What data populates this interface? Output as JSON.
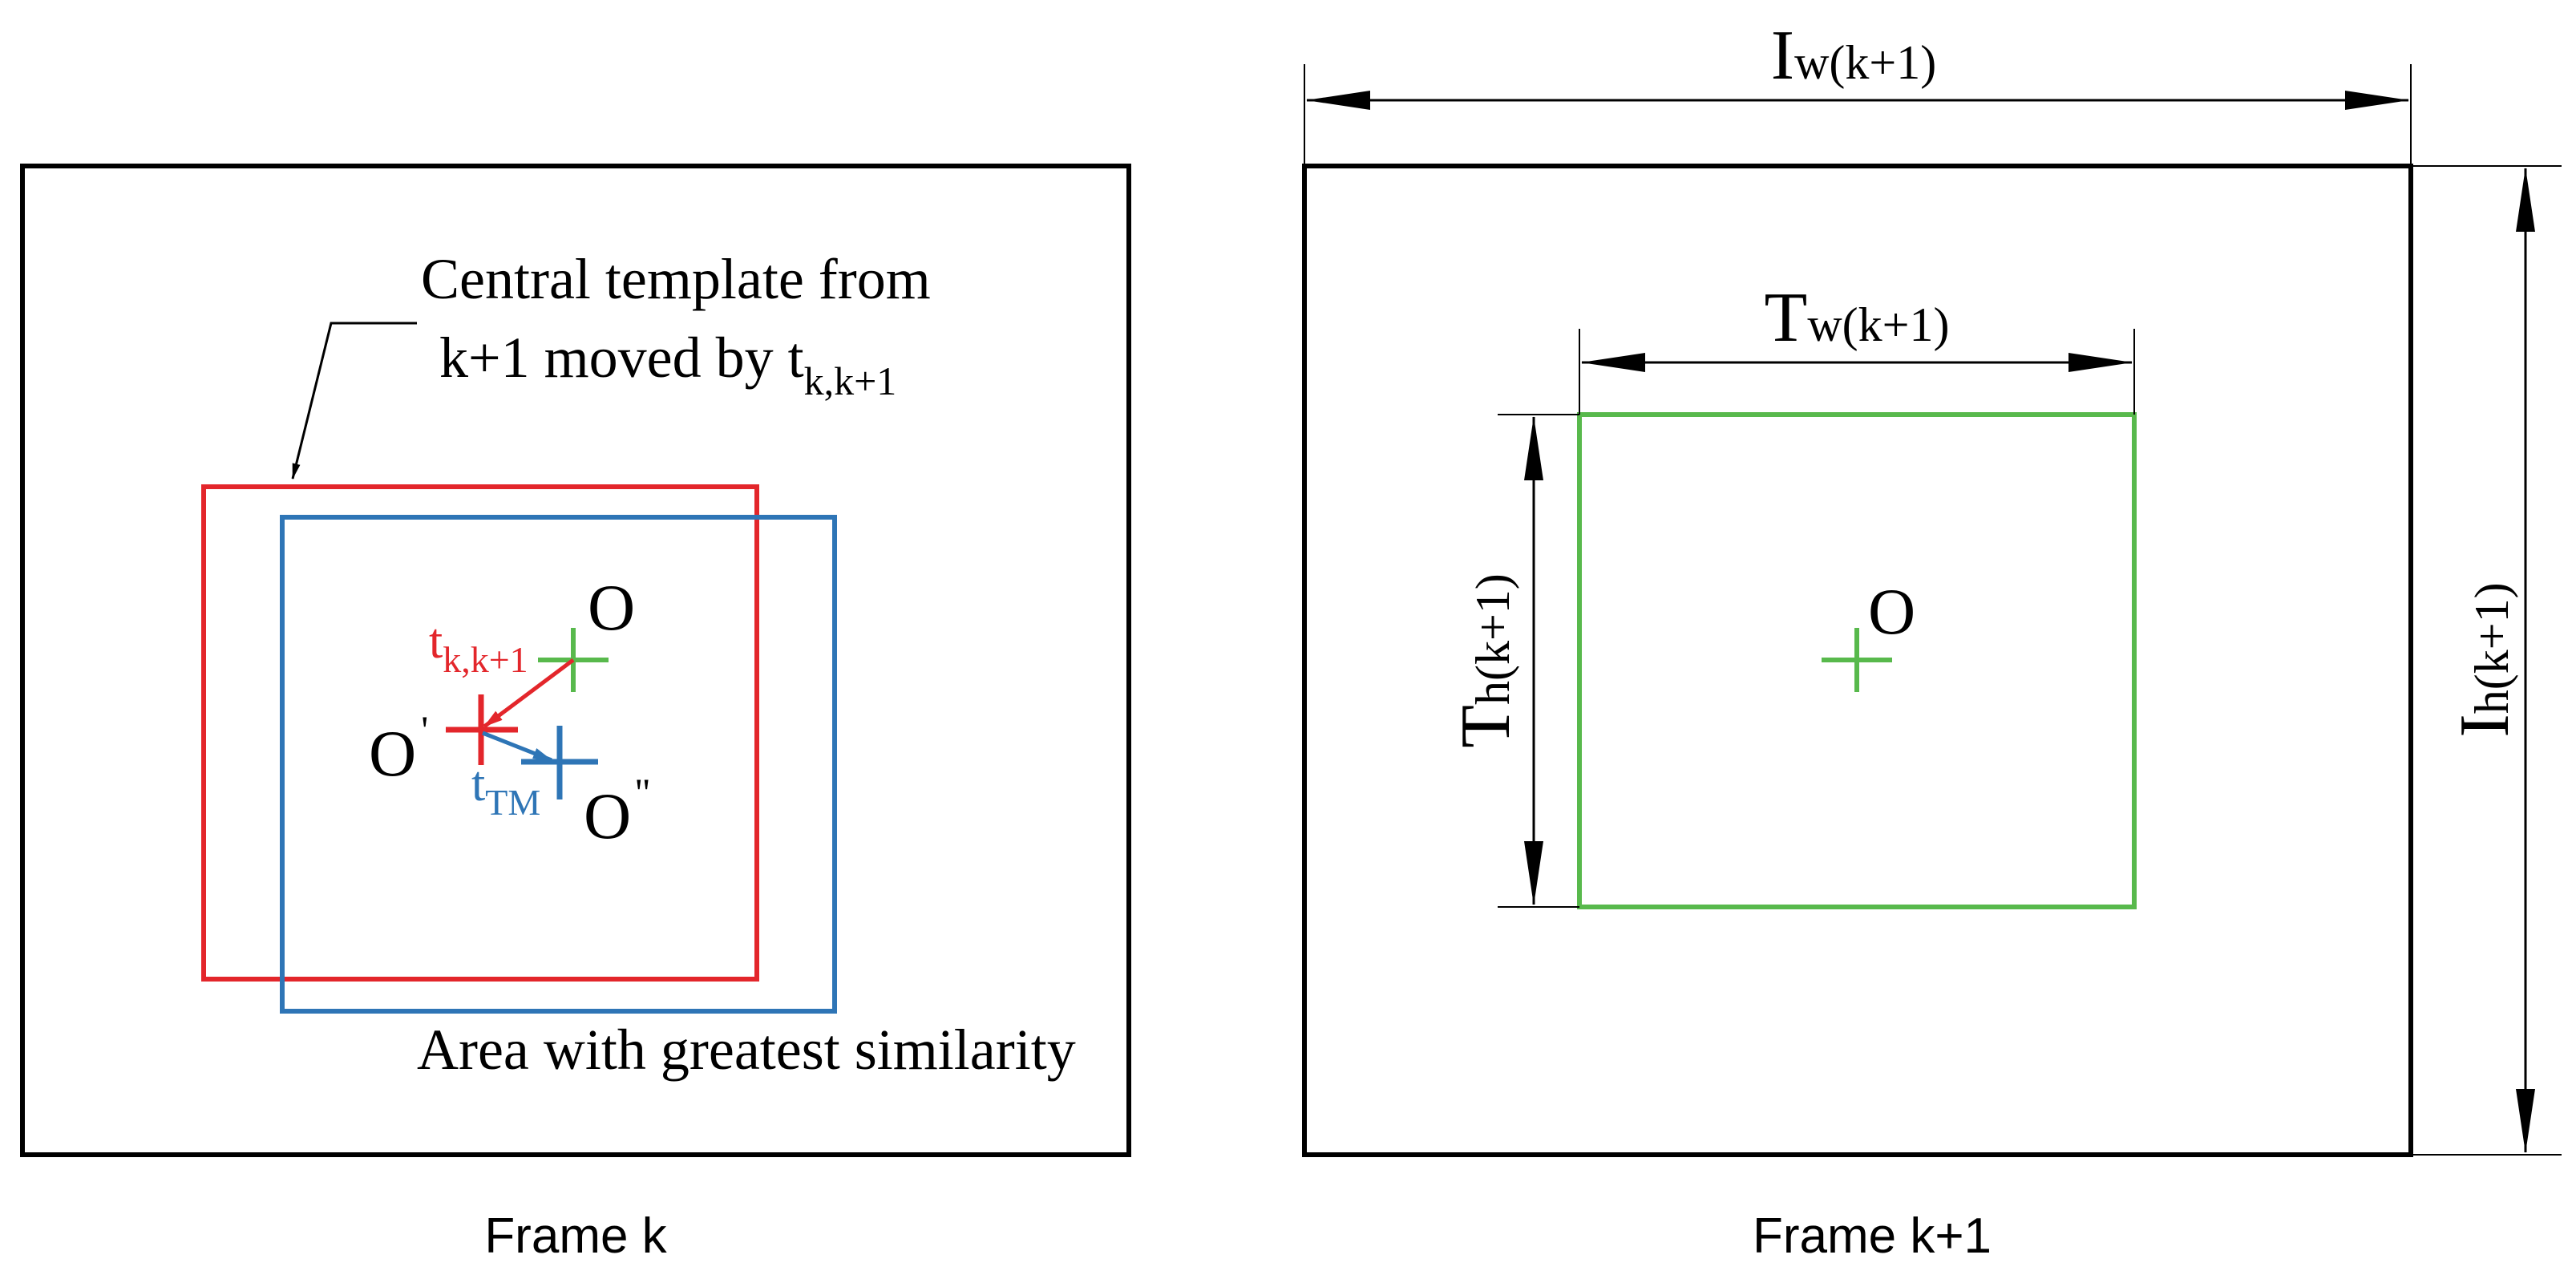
{
  "colors": {
    "red": "#e3262b",
    "blue": "#2e75b6",
    "green": "#58b94c",
    "black": "#000000"
  },
  "frame_k": {
    "caption": "Frame k",
    "annotation_top_line1": "Central template from",
    "annotation_top_line2_main": "k+1 moved by t",
    "annotation_top_line2_sub": "k,k+1",
    "annotation_bottom": "Area with greatest similarity",
    "point_o": "O",
    "point_o_prime": "O",
    "point_o_prime_mark": "'",
    "point_o_double": "O",
    "point_o_double_mark": "\"",
    "vector_red_main": "t",
    "vector_red_sub": "k,k+1",
    "vector_blue_main": "t",
    "vector_blue_sub": "TM"
  },
  "frame_k1": {
    "caption": "Frame k+1",
    "image_width_main": "I",
    "image_width_sub": "w(k+1)",
    "image_height_main": "I",
    "image_height_sub": "h(k+1)",
    "template_width_main": "T",
    "template_width_sub": "w(k+1)",
    "template_height_main": "T",
    "template_height_sub": "h(k+1)",
    "point_o": "O"
  }
}
